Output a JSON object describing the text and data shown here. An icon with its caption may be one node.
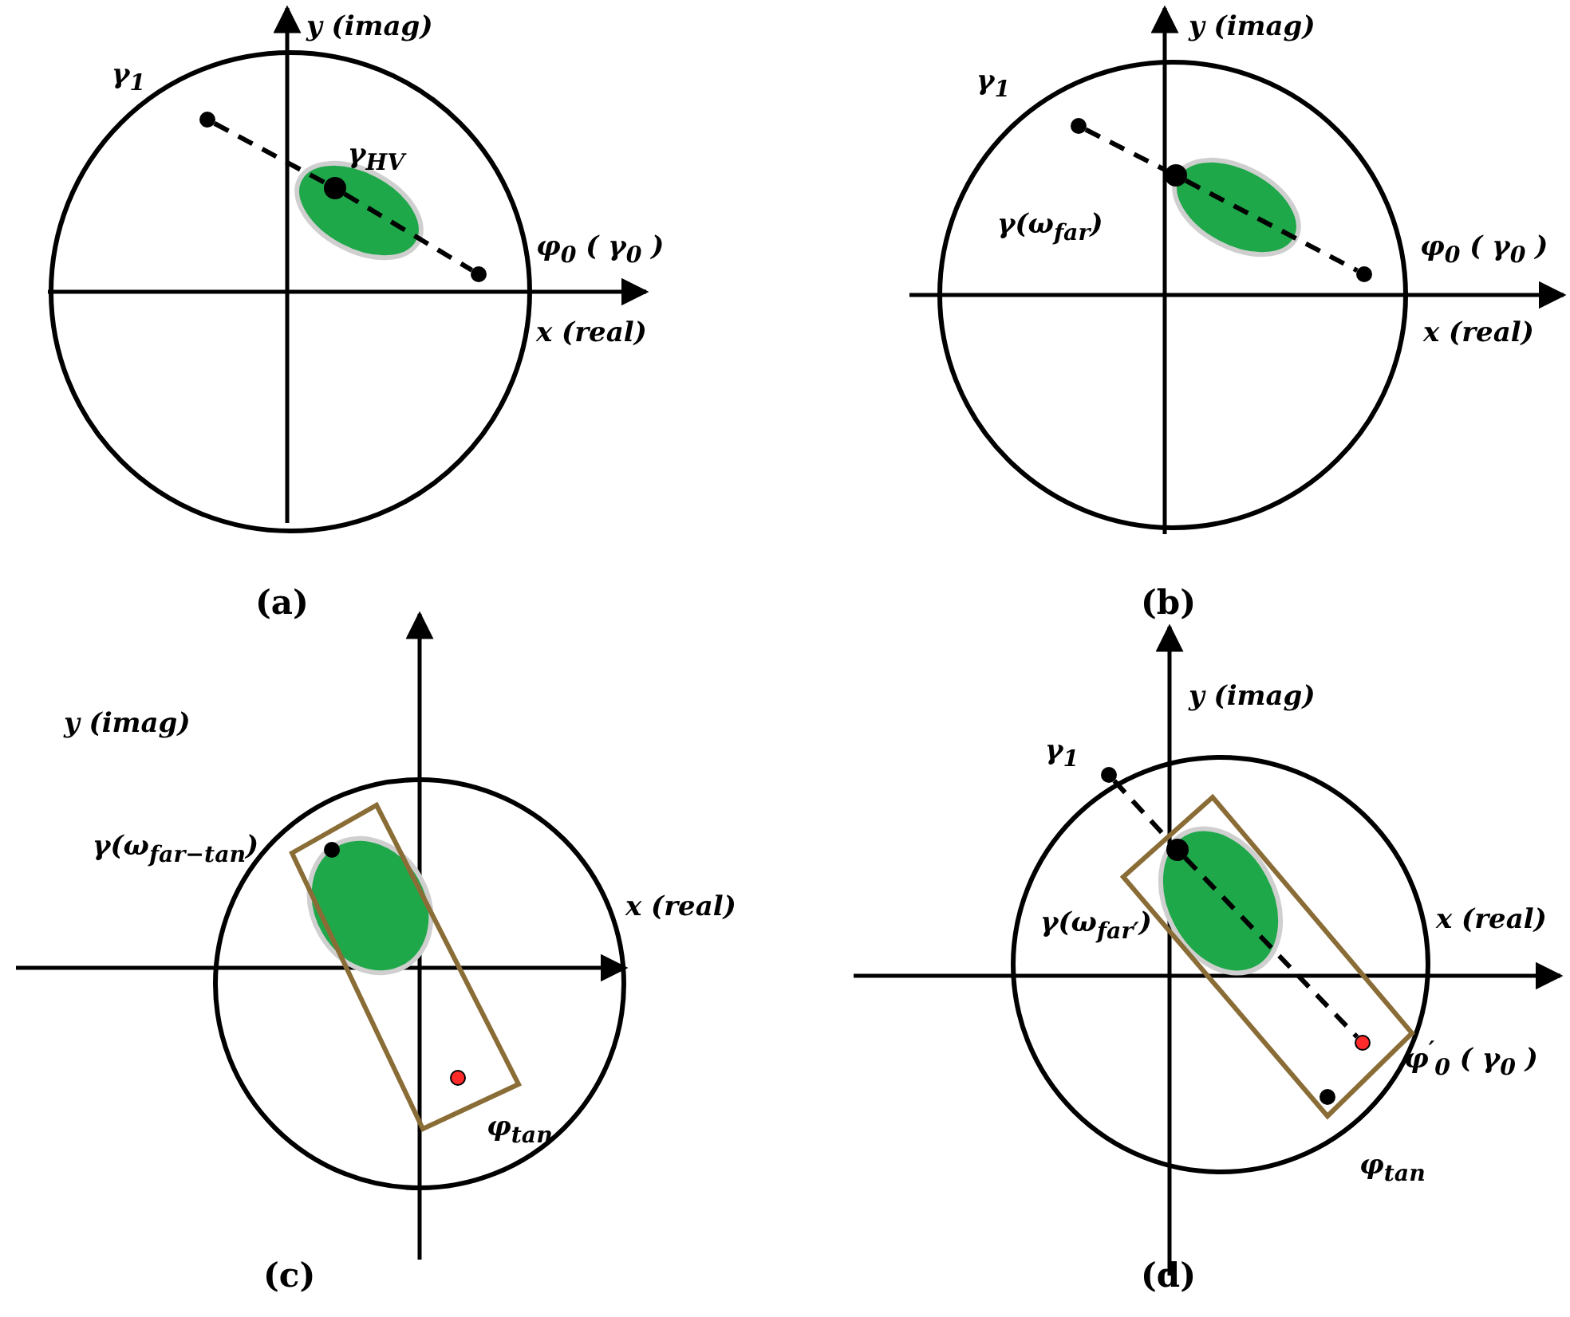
{
  "diagram": {
    "nodes": [
      {
        "text": [],
        "shape": "circle",
        "beside": [
          "γ$_{1}$"
        ]
      },
      {
        "text": [],
        "shape": "circle",
        "beside": [
          "γ$_{HV}$"
        ]
      },
      {
        "text": [],
        "shape": "circle",
        "beside": [
          "φ$_{0}$ ( γ$_{0}$ )"
        ]
      },
      {
        "text": [],
        "shape": "circle",
        "beside": [
          "γ$_{1}$"
        ]
      },
      {
        "text": [],
        "shape": "circle",
        "beside": [
          "γ(ω$_{far}$)"
        ]
      },
      {
        "text": [],
        "shape": "circle",
        "beside": [
          "φ$_{0}$ ( γ$_{0}$ )"
        ]
      },
      {
        "text": [],
        "shape": "circle",
        "beside": [
          "γ(ω$_{far−tan}$)"
        ]
      },
      {
        "text": [],
        "shape": "circle",
        "beside": [
          "φ$_{tan}$"
        ]
      },
      {
        "text": [],
        "shape": "circle",
        "beside": [
          "γ$_{1}$"
        ]
      },
      {
        "text": [],
        "shape": "circle",
        "beside": [
          "γ(ω$_{far′}$)"
        ]
      },
      {
        "text": [],
        "shape": "circle",
        "beside": [
          "φ$^{′}$$_{0}$ ( γ$_{0}$ )"
        ]
      },
      {
        "text": [],
        "shape": "circle",
        "beside": [
          "φ$_{tan}$"
        ]
      }
    ],
    "edges": [
      {
        "from": 0,
        "to": 1,
        "arrow": "none",
        "style": "dashed"
      },
      {
        "from": 1,
        "to": 2,
        "arrow": "none",
        "style": "dashed"
      },
      {
        "from": 3,
        "to": 4,
        "arrow": "none",
        "style": "dashed"
      },
      {
        "from": 4,
        "to": 5,
        "arrow": "none",
        "style": "dashed"
      },
      {
        "from": 8,
        "to": 9,
        "arrow": "none",
        "style": "dashed"
      },
      {
        "from": 9,
        "to": 10,
        "arrow": "none",
        "style": "dashed"
      }
    ],
    "labels": [
      "y (imag)",
      "x (real)",
      "(a)",
      "y (imag)",
      "x (real)",
      "(b)",
      "y (imag)",
      "x (real)",
      "(c)",
      "y (imag)",
      "x (real)",
      "(d)"
    ]
  }
}
